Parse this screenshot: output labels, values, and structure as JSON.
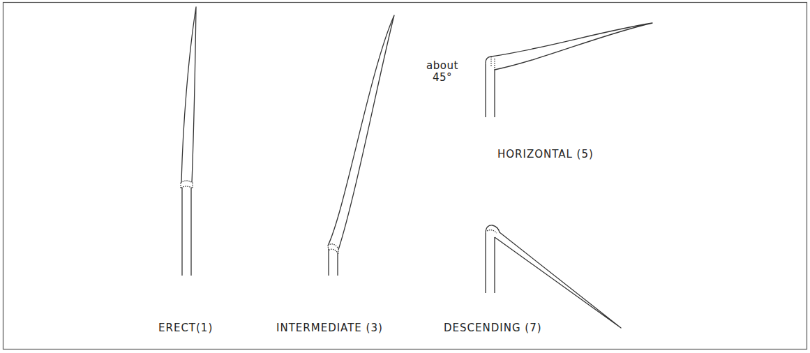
{
  "diagram": {
    "labels": [
      "ERECT(1)",
      "INTERMEDIATE (3)",
      "HORIZONTAL (5)",
      "DESCENDING (7)",
      "about 45°"
    ]
  }
}
